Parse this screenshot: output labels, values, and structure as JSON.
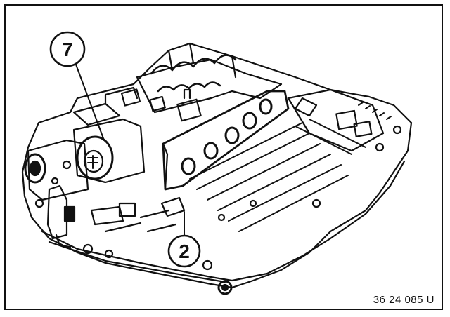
{
  "callouts": [
    {
      "number": "7"
    },
    {
      "number": "2"
    }
  ],
  "figure_code": "36 24 085 U",
  "colors": {
    "line": "#111111",
    "paper": "#ffffff"
  }
}
